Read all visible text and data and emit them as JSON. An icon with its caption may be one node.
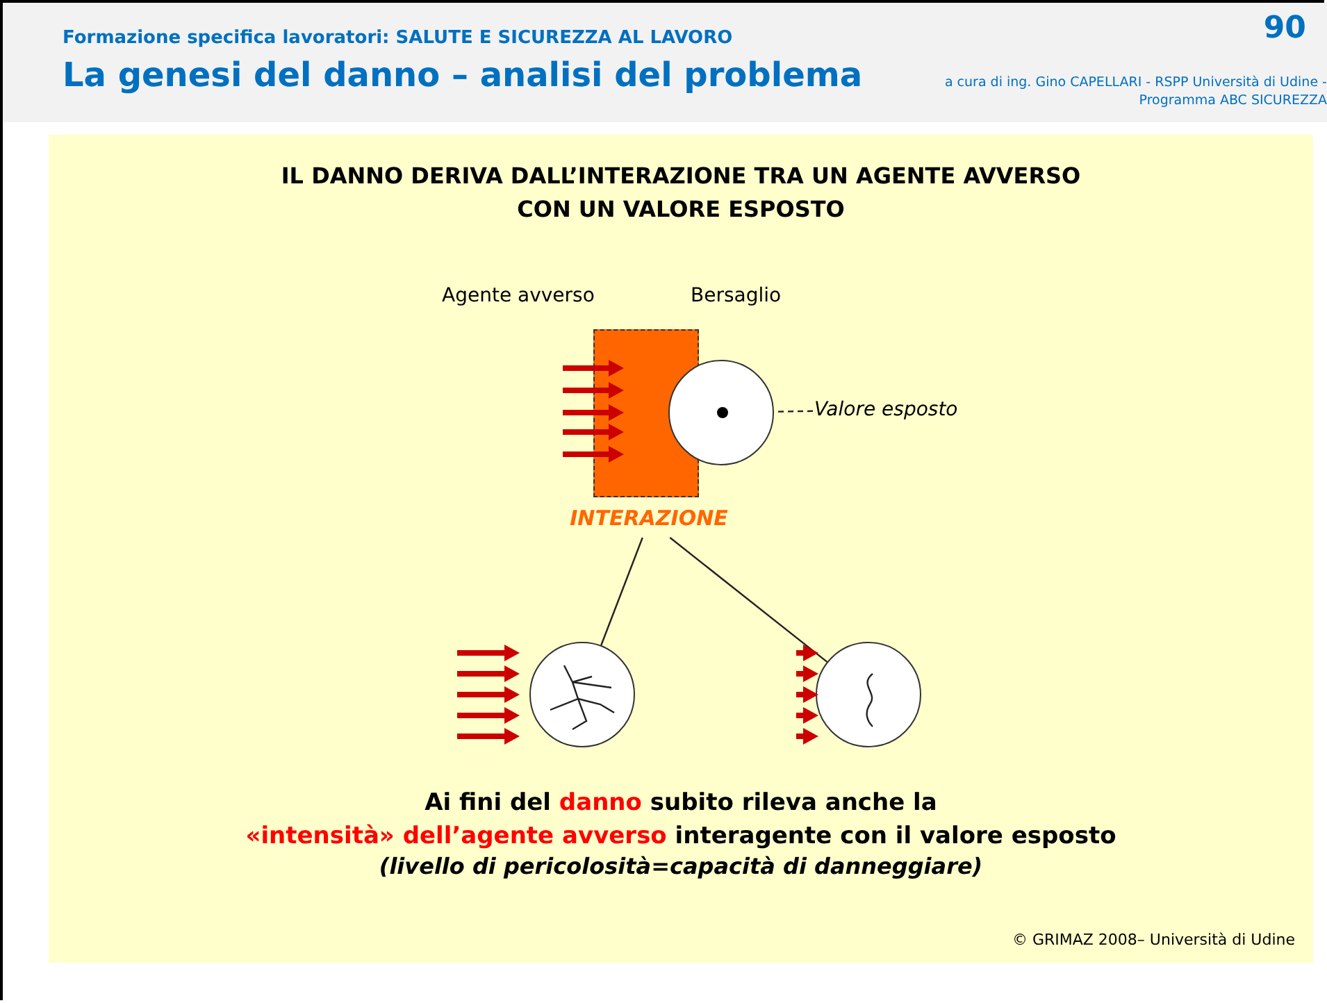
{
  "diagram": {
    "title": "La genesi del danno – analisi del problema",
    "nodes": [
      {
        "text": [],
        "shape": "box"
      },
      {
        "text": [],
        "shape": "circle"
      },
      {
        "text": [],
        "shape": "circle",
        "in": 1
      },
      {
        "text": [
          "Valore esposto"
        ]
      },
      {
        "text": [
          "INTERAZIONE"
        ]
      },
      {
        "text": [],
        "shape": "circle"
      },
      {
        "text": [],
        "shape": "circle"
      }
    ],
    "edges": [
      {
        "from": 3,
        "to": 2,
        "arrow": "none",
        "style": "dashed"
      },
      {
        "from": 4,
        "to": 5,
        "arrow": "none"
      },
      {
        "from": 4,
        "to": 6,
        "arrow": "none"
      }
    ],
    "labels": [
      "Formazione specifica lavoratori: SALUTE E SICUREZZA AL LAVORO",
      "90",
      "a cura di ing. Gino CAPELLARI - RSPP Università di Udine - Programma ABC SICUREZZA",
      "IL DANNO DERIVA DALL’INTERAZIONE TRA UN AGENTE AVVERSO CON UN VALORE ESPOSTO",
      "Agente avverso",
      "Bersaglio",
      "Ai fini del danno subito rileva anche la «intensità» dell’agente avverso interagente con il valore esposto",
      "(livello di pericolosità=capacità di danneggiare)",
      "© GRIMAZ 2008– Università di Udine"
    ]
  }
}
